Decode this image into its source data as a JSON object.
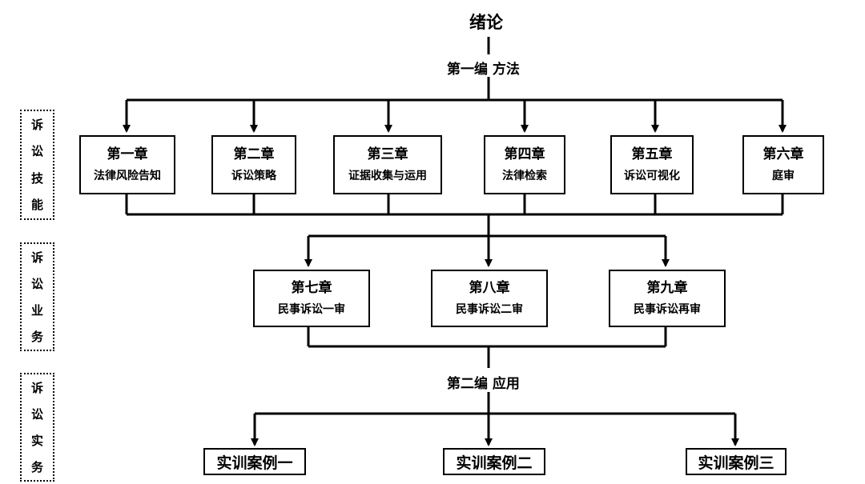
{
  "title": "绪论",
  "part1": "第一编 方法",
  "part2": "第二编 应用",
  "row1": [
    {
      "chapter": "第一章",
      "name": "法律风险告知"
    },
    {
      "chapter": "第二章",
      "name": "诉讼策略"
    },
    {
      "chapter": "第三章",
      "name": "证据收集与运用"
    },
    {
      "chapter": "第四章",
      "name": "法律检索"
    },
    {
      "chapter": "第五章",
      "name": "诉讼可视化"
    },
    {
      "chapter": "第六章",
      "name": "庭审"
    }
  ],
  "row2": [
    {
      "chapter": "第七章",
      "name": "民事诉讼一审"
    },
    {
      "chapter": "第八章",
      "name": "民事诉讼二审"
    },
    {
      "chapter": "第九章",
      "name": "民事诉讼再审"
    }
  ],
  "cases": [
    "实训案例一",
    "实训案例二",
    "实训案例三"
  ],
  "side": [
    {
      "chars": [
        "诉",
        "讼",
        "技",
        "能"
      ]
    },
    {
      "chars": [
        "诉",
        "讼",
        "业",
        "务"
      ]
    },
    {
      "chars": [
        "诉",
        "讼",
        "实",
        "务"
      ]
    }
  ]
}
